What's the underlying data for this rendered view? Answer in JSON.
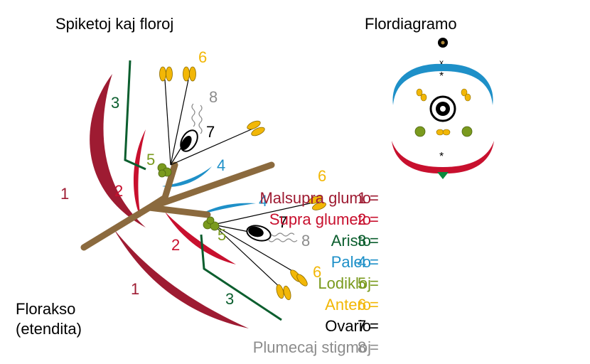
{
  "titles": {
    "spikelet": "Spiketoj kaj floroj",
    "floral_diagram": "Flordiagramo"
  },
  "axis_caption": {
    "line1": "Florakso",
    "line2": "(etendita)"
  },
  "numbers": {
    "n1": "1",
    "n2": "2",
    "n3": "3",
    "n4": "4",
    "n5": "5",
    "n6": "6",
    "n7": "7",
    "n8": "8"
  },
  "legend": [
    {
      "number": "1",
      "eq": "=",
      "label": "Malsupra glumo",
      "color": "#9e1b32"
    },
    {
      "number": "2",
      "eq": "=",
      "label": "Supra glumeto",
      "color": "#c8102e"
    },
    {
      "number": "3",
      "eq": "=",
      "label": "Aristo",
      "color": "#0b5e2e"
    },
    {
      "number": "4",
      "eq": "=",
      "label": "Paleo",
      "color": "#1e90c8"
    },
    {
      "number": "5",
      "eq": "=",
      "label": "Lodikloj",
      "color": "#7a9a1e"
    },
    {
      "number": "6",
      "eq": "=",
      "label": "Antero",
      "color": "#f2b707"
    },
    {
      "number": "7",
      "eq": "=",
      "label": "Ovario",
      "color": "#000000"
    },
    {
      "number": "8",
      "eq": "=",
      "label": "Plumecaj stigmoj",
      "color": "#8c8c8c"
    }
  ],
  "diagram_symbols": {
    "star": "*"
  },
  "colors": {
    "glume_lower": "#9e1b32",
    "glume_upper": "#c8102e",
    "awn": "#0b5e2e",
    "palea": "#1e90c8",
    "lodicule": "#7a9a1e",
    "anther": "#f2b707",
    "ovary": "#000000",
    "stigma": "#8c8c8c",
    "rachis": "#8b6a3e"
  }
}
